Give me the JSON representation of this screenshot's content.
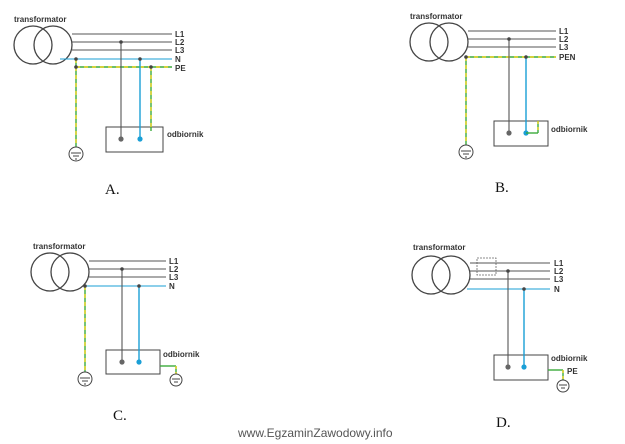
{
  "diagrams": [
    {
      "title": "transformator",
      "lines": [
        "L1",
        "L2",
        "L3",
        "N",
        "PE"
      ],
      "device": "odbiornik",
      "caption": "A."
    },
    {
      "title": "transformator",
      "lines": [
        "L1",
        "L2",
        "L3",
        "PEN"
      ],
      "device": "odbiornik",
      "caption": "B."
    },
    {
      "title": "transformator",
      "lines": [
        "L1",
        "L2",
        "L3",
        "N"
      ],
      "device": "odbiornik",
      "caption": "C."
    },
    {
      "title": "transformator",
      "lines": [
        "L1",
        "L2",
        "L3",
        "N"
      ],
      "device": "odbiornik",
      "extra_label": "PE",
      "caption": "D."
    }
  ],
  "watermark": "www.EgzaminZawodowy.info",
  "colors": {
    "phase": "#555555",
    "neutral": "#1a9fd6",
    "pe_green": "#3caa3c",
    "pe_yellow": "#e6d21e",
    "stroke": "#444444"
  }
}
